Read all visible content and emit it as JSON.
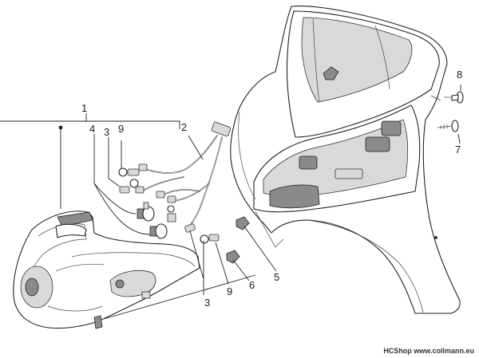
{
  "part_numbers": {
    "p1": "1",
    "p2": "2",
    "p3_top": "3",
    "p3_bottom": "3",
    "p4": "4",
    "p5": "5",
    "p6": "6",
    "p7": "7",
    "p8": "8",
    "p9_top": "9",
    "p9_bottom": "9"
  },
  "watermark": "HCShop www.collmann.eu",
  "colors": {
    "line": "#222222",
    "shade": "#d9d9d9",
    "dark": "#8a8a8a"
  }
}
